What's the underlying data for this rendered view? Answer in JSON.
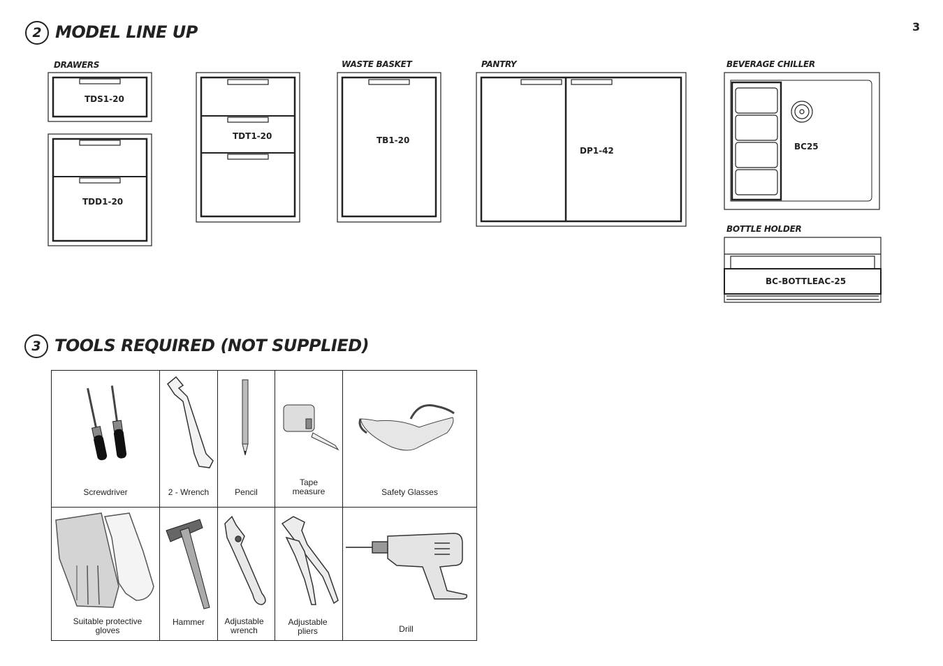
{
  "page_number": "3",
  "sections": [
    {
      "number": "2",
      "title": "MODEL LINE UP"
    },
    {
      "number": "3",
      "title": "TOOLS REQUIRED (NOT SUPPLIED)"
    }
  ],
  "model_lineup": {
    "categories": {
      "drawers": "DRAWERS",
      "waste_basket": "WASTE BASKET",
      "pantry": "PANTRY",
      "beverage_chiller": "BEVERAGE CHILLER",
      "bottle_holder": "BOTTLE HOLDER"
    },
    "models": {
      "tds": "TDS1-20",
      "tdd": "TDD1-20",
      "tdt": "TDT1-20",
      "tb": "TB1-20",
      "dp": "DP1-42",
      "bc": "BC25",
      "bottle": "BC-BOTTLEAC-25"
    }
  },
  "tools": [
    {
      "label": "Screwdriver",
      "icon": "screwdriver-icon"
    },
    {
      "label": "2 - Wrench",
      "icon": "wrench-icon"
    },
    {
      "label": "Pencil",
      "icon": "pencil-icon"
    },
    {
      "label": "Tape\nmeasure",
      "icon": "tape-measure-icon"
    },
    {
      "label": "Safety Glasses",
      "icon": "safety-glasses-icon"
    },
    {
      "label": "Suitable protective\ngloves",
      "icon": "gloves-icon"
    },
    {
      "label": "Hammer",
      "icon": "hammer-icon"
    },
    {
      "label": "Adjustable\nwrench",
      "icon": "adjustable-wrench-icon"
    },
    {
      "label": "Adjustable\npliers",
      "icon": "pliers-icon"
    },
    {
      "label": "Drill",
      "icon": "drill-icon"
    }
  ]
}
